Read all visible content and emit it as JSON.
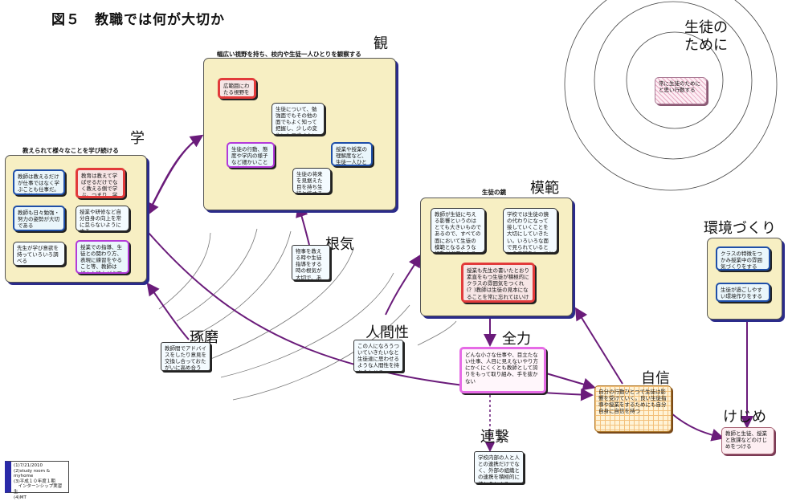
{
  "title": "図５　教職では何が大切か",
  "sections": {
    "kan": {
      "label": "観",
      "subhead": "幅広い視野を持ち、校内や生徒一人ひとりを観察する",
      "cards": [
        "広範囲にわたる視野を持つ",
        "生徒について、勉強面でもその他の面でもよく知って把握し、少しの変化にも見逃さない",
        "生徒の行動、態度や学内の様子など細かいことに気付く",
        "授業や授業の理解度など、生徒一人ひとりを見る",
        "生徒の将来を見据えた目を持ち生徒と接する"
      ]
    },
    "gaku": {
      "label": "学",
      "subhead": "教えられて様々なことを学び続ける",
      "cards": [
        "教師は教えるだけが仕事ではなく学ぶことも仕事だ。一生勉強",
        "教育は教えて学ばせるだけでなく教える側で学ぶ。つまり、学び続ける",
        "教師も日々勉強・努力の姿勢が大切である",
        "授業や研修など自分自身の向上を常に怠らないようにする",
        "先生が学び意欲を持っていろいろ調べる",
        "授業での指導、生徒との関わり方、表現に練習をやること等、教師は様々な能力が必要"
      ]
    },
    "mohan": {
      "label": "模範",
      "subhead": "生徒の鏡",
      "cards": [
        "教師が生徒に与える影響というのはとても大きいものであるので、すべての面において生徒の模範となるような行動が必要となる",
        "学校では生徒の鏡の代わりになって接していくことを大切にしていきたい。いろいろな面で見られているという意識をもってお手本になる行動をする",
        "授業も先生の書いたとおり素直をもつ生徒が積極的にクラスの雰囲気をつくれ(？)教師は生徒の見本になることを常に忘れてはいけない"
      ]
    },
    "seito": {
      "label": "生徒のために",
      "card": "常に生徒のためにと思い行動する"
    },
    "kankyo": {
      "label": "環境づくり",
      "cards": [
        "クラスの特徴をつかみ授業中の雰囲気づくりをする",
        "生徒が過ごしやすい環境作りをする"
      ]
    },
    "konki": {
      "label": "根気",
      "card": "物事を教える時や生徒指導をする時の根気が大切で、あきらめたら終わり"
    },
    "takuma": {
      "label": "琢磨",
      "card": "教師間でアドバイスをしたり意見を交換し合っておたがいに高め合う"
    },
    "ningen": {
      "label": "人間性",
      "card": "この人になろうついていきたいなと生徒達に思わせるような人間性を持ち合わせる"
    },
    "zenryoku": {
      "label": "全力",
      "card": "どんな小さな仕事や、目立たない仕事、人目に見えないやり方にかくにくくとも教師として誇りをもって取り組み、手を抜かない"
    },
    "jishin": {
      "label": "自信",
      "card": "自分の行動ひとつで生徒は影響を受けていく。良い生徒指導や授業をするためにも自分自身に自信を持つ"
    },
    "renkei": {
      "label": "連繋",
      "card": "学校内部の人と人との連携だけでなく、外部の組織との連携を積極的に持とうとする"
    },
    "kejime": {
      "label": "けじめ",
      "card": "教師と生徒、授業と放課などのけじめをつける"
    }
  },
  "legend": [
    "(1)7/21/2010",
    "(2)study room & myhome",
    "(3)平成１０年度１期",
    "　インターンシップ実習生",
    "(4)MT"
  ],
  "colors": {
    "panel": "#f7efc3",
    "arrow": "#6a1b7a",
    "panel_shadow": "#2b2b8a"
  }
}
